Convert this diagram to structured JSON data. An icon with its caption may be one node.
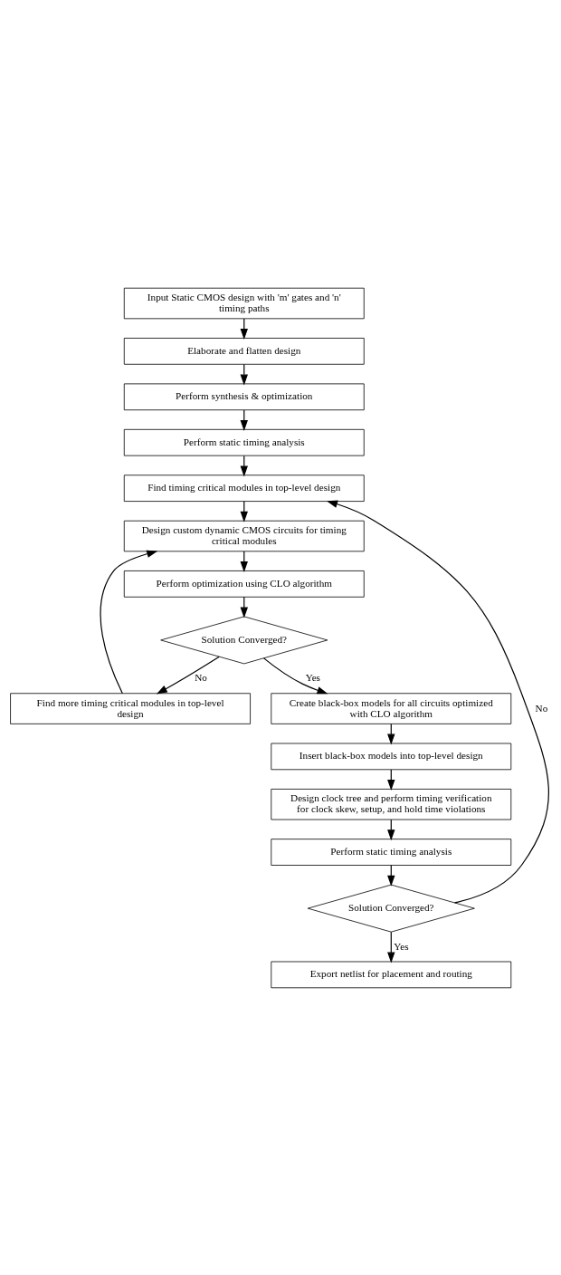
{
  "diagram": {
    "nodes": [
      {
        "text": [
          "Input Static CMOS design with 'm' gates and 'n' timing paths"
        ]
      },
      {
        "text": [
          "Elaborate and flatten design"
        ]
      },
      {
        "text": [
          "Perform synthesis & optimization"
        ]
      },
      {
        "text": [
          "Perform static timing analysis"
        ]
      },
      {
        "text": [
          "Find timing critical modules in top-level design"
        ]
      },
      {
        "text": [
          "Design custom dynamic CMOS circuits for timing critical modules"
        ]
      },
      {
        "text": [
          "Perform optimization using CLO algorithm"
        ]
      },
      {
        "text": [
          "Solution Converged?"
        ]
      },
      {
        "text": [
          "Find more timing critical modules in top-level design"
        ]
      },
      {
        "text": [
          "Create black-box models for all circuits optimized with CLO algorithm"
        ]
      },
      {
        "text": [
          "Insert black-box models into top-level design"
        ]
      },
      {
        "text": [
          "Design clock tree and perform timing verification for clock skew, setup, and hold time violations"
        ]
      },
      {
        "text": [
          "Perform static timing analysis"
        ]
      },
      {
        "text": [
          "Solution Converged?"
        ]
      },
      {
        "text": [
          "Export netlist for placement and routing"
        ]
      }
    ],
    "edges": [
      {
        "from": 0,
        "to": 1,
        "arrow": "to"
      },
      {
        "from": 1,
        "to": 2,
        "arrow": "to"
      },
      {
        "from": 2,
        "to": 3,
        "arrow": "to"
      },
      {
        "from": 3,
        "to": 4,
        "arrow": "to"
      },
      {
        "from": 4,
        "to": 5,
        "arrow": "to"
      },
      {
        "from": 5,
        "to": 6,
        "arrow": "to"
      },
      {
        "from": 6,
        "to": 7,
        "arrow": "to"
      },
      {
        "from": 7,
        "to": 8,
        "arrow": "to",
        "label": "No"
      },
      {
        "from": 8,
        "to": 5,
        "arrow": "to"
      },
      {
        "from": 7,
        "to": 9,
        "arrow": "to",
        "label": "Yes"
      },
      {
        "from": 9,
        "to": 10,
        "arrow": "to"
      },
      {
        "from": 10,
        "to": 11,
        "arrow": "to"
      },
      {
        "from": 11,
        "to": 12,
        "arrow": "to"
      },
      {
        "from": 12,
        "to": 13,
        "arrow": "to"
      },
      {
        "from": 13,
        "to": 4,
        "arrow": "to",
        "label": "No"
      },
      {
        "from": 13,
        "to": 14,
        "arrow": "to",
        "label": "Yes"
      }
    ]
  }
}
